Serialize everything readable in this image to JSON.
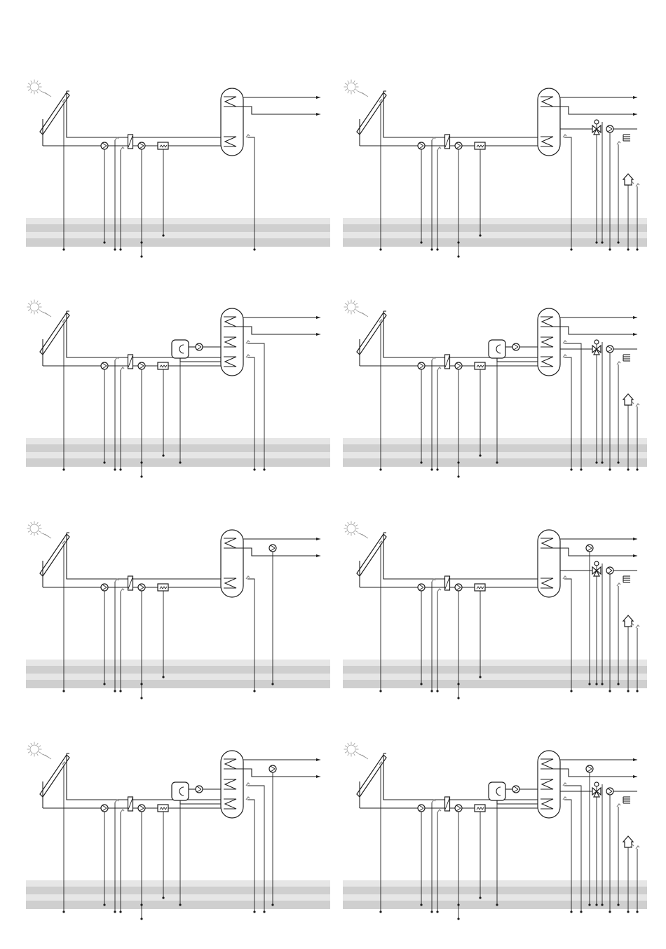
{
  "page": {
    "background": "#ffffff",
    "line_color": "#1e1e1e",
    "sensor_color": "#8a8a8a",
    "band_light": "#e6e6e6",
    "band_dark": "#cfcfcf"
  },
  "diagrams": [
    {
      "id": "1a",
      "solar_coils": 1,
      "boiler": false,
      "dhw_pump": false,
      "heating_circuit": false
    },
    {
      "id": "1b",
      "solar_coils": 1,
      "boiler": false,
      "dhw_pump": false,
      "heating_circuit": true
    },
    {
      "id": "2a",
      "solar_coils": 1,
      "boiler": true,
      "dhw_pump": false,
      "heating_circuit": false
    },
    {
      "id": "2b",
      "solar_coils": 1,
      "boiler": true,
      "dhw_pump": false,
      "heating_circuit": true
    },
    {
      "id": "3a",
      "solar_coils": 1,
      "boiler": false,
      "dhw_pump": true,
      "heating_circuit": false
    },
    {
      "id": "3b",
      "solar_coils": 1,
      "boiler": false,
      "dhw_pump": true,
      "heating_circuit": true
    },
    {
      "id": "4a",
      "solar_coils": 1,
      "boiler": true,
      "dhw_pump": true,
      "heating_circuit": false
    },
    {
      "id": "4b",
      "solar_coils": 1,
      "boiler": true,
      "dhw_pump": true,
      "heating_circuit": true
    }
  ],
  "icons": {
    "collector": "solar-collector-icon",
    "sun": "sun-icon",
    "pump": "circulation-pump-icon",
    "heat_exchanger": "heat-exchanger-icon",
    "flow_meter": "flow-meter-icon",
    "tank": "storage-tank-icon",
    "boiler": "boiler-icon",
    "mixing_valve": "mixing-valve-icon",
    "radiator": "radiator-icon",
    "house": "outdoor-sensor-house-icon"
  }
}
